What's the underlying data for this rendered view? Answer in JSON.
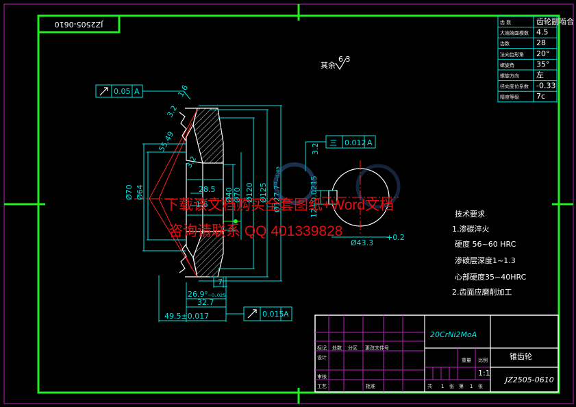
{
  "drawing_number_rotated": "JZ2505-0610",
  "surface_note": {
    "prefix": "其余",
    "value": "6.3"
  },
  "gear_table": [
    {
      "label": "齿 数",
      "value": "齿轮副啮合"
    },
    {
      "label": "大端端面模数",
      "value": "4.5"
    },
    {
      "label": "齿数",
      "value": "28"
    },
    {
      "label": "法向齿形角",
      "value": "20°"
    },
    {
      "label": "螺旋角",
      "value": "35°"
    },
    {
      "label": "螺旋方向",
      "value": "左"
    },
    {
      "label": "径向变位系数",
      "value": "-0.33"
    },
    {
      "label": "精度等级",
      "value": "7c"
    }
  ],
  "tolerance_frames": [
    {
      "id": "top",
      "value": "0.05",
      "datum": "A"
    },
    {
      "id": "bore",
      "symbol": "三",
      "value": "0.012",
      "datum": "A"
    },
    {
      "id": "bottom",
      "value": "0.015",
      "datum": "A"
    }
  ],
  "dimensions": {
    "d70": "Ø70",
    "d64": "Ø64",
    "d40": "Ø40",
    "d70b": "Ø70",
    "d120": "Ø120",
    "d125": "Ø125",
    "d127": "Ø127.7⁰₋₀.₀₃",
    "len28": "28.5",
    "r16": "1.6",
    "a16": "1.6",
    "a32": "3.2",
    "a32b": "3.2",
    "ang": "55.49",
    "len7": "7",
    "len26": "26.9⁰₋₀.₀₂₅",
    "len32": "32.7",
    "len49": "49.5±0.017",
    "keyway": "12+0.0215",
    "bore": "Ø43.3",
    "bore_sup": "+0.2"
  },
  "tech_req": {
    "title": "技术要求",
    "items": [
      "1.渗碳淬火",
      "硬度 56~60 HRC",
      "渗碳层深度1~1.3",
      "心部硬度35~40HRC",
      "2.齿面应磨削加工"
    ]
  },
  "title_block": {
    "material": "20CrNi2MoA",
    "part_name": "锥齿轮",
    "drawing_number": "JZ2505-0610",
    "scale": "1:1",
    "labels": {
      "mark": "标记",
      "count": "处数",
      "zone": "分区",
      "doc_no": "更改文件号",
      "design": "设计",
      "check": "审核",
      "process": "工艺",
      "approve": "批准",
      "weight": "重量",
      "ratio": "比例",
      "sheet_total": "共",
      "sheet": "张",
      "sheet_no": "第"
    },
    "sheet_total_num": "1",
    "sheet_num": "1"
  },
  "watermark": {
    "line1": "下载该文档购买全套图纸+Word文档",
    "line2": "咨询请联系 QQ 401339828"
  }
}
